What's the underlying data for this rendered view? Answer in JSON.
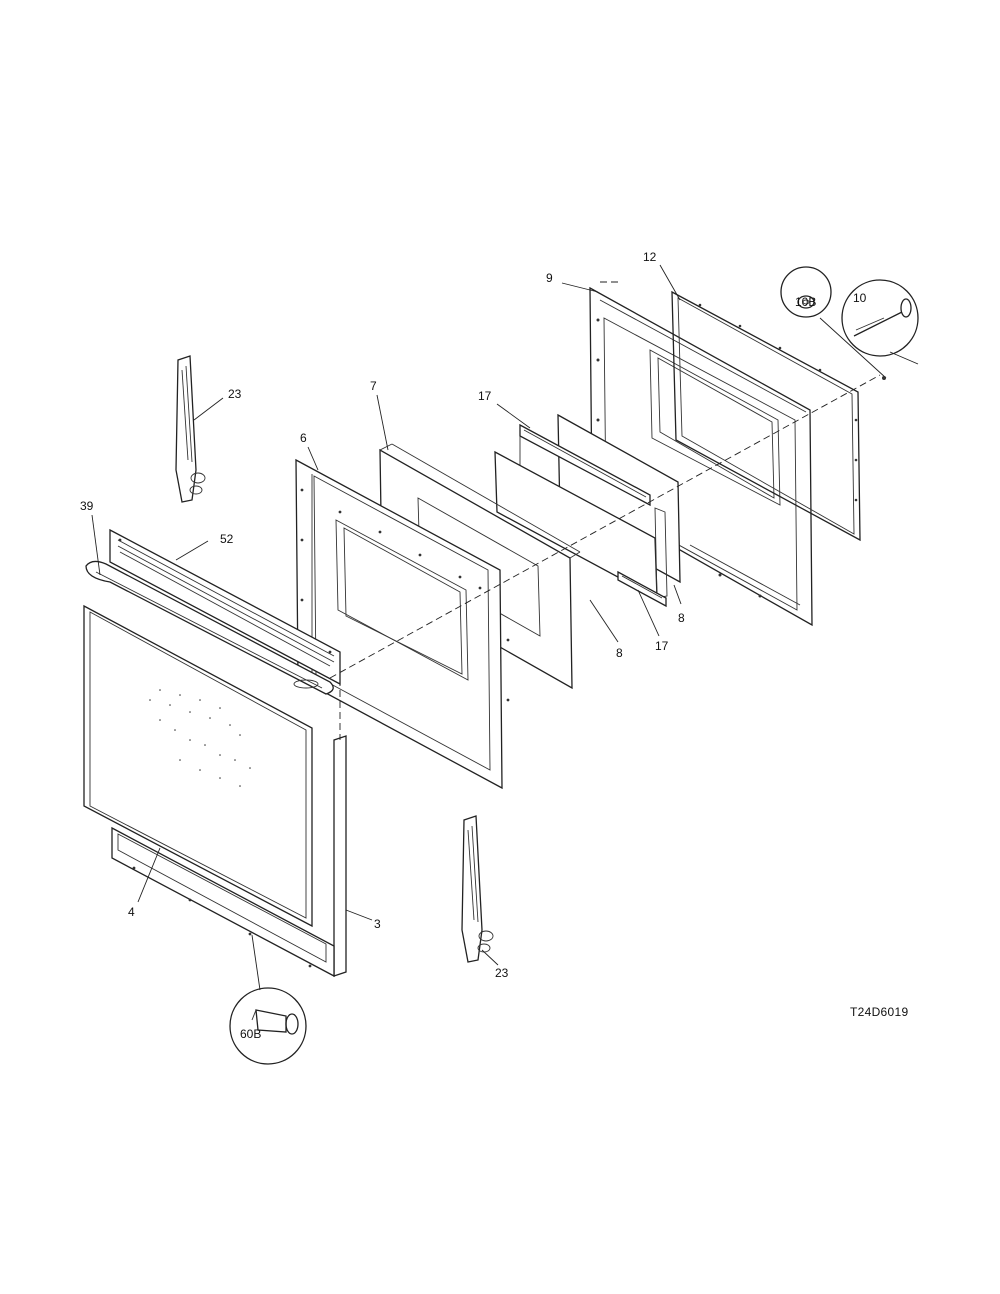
{
  "diagram": {
    "drawing_code": "T24D6019",
    "callouts": {
      "c3": "3",
      "c4": "4",
      "c6": "6",
      "c7": "7",
      "c8a": "8",
      "c8b": "8",
      "c9": "9",
      "c10": "10",
      "c10b": "10B",
      "c12": "12",
      "c17a": "17",
      "c17b": "17",
      "c23a": "23",
      "c23b": "23",
      "c39": "39",
      "c52": "52",
      "c60b": "60B"
    }
  }
}
